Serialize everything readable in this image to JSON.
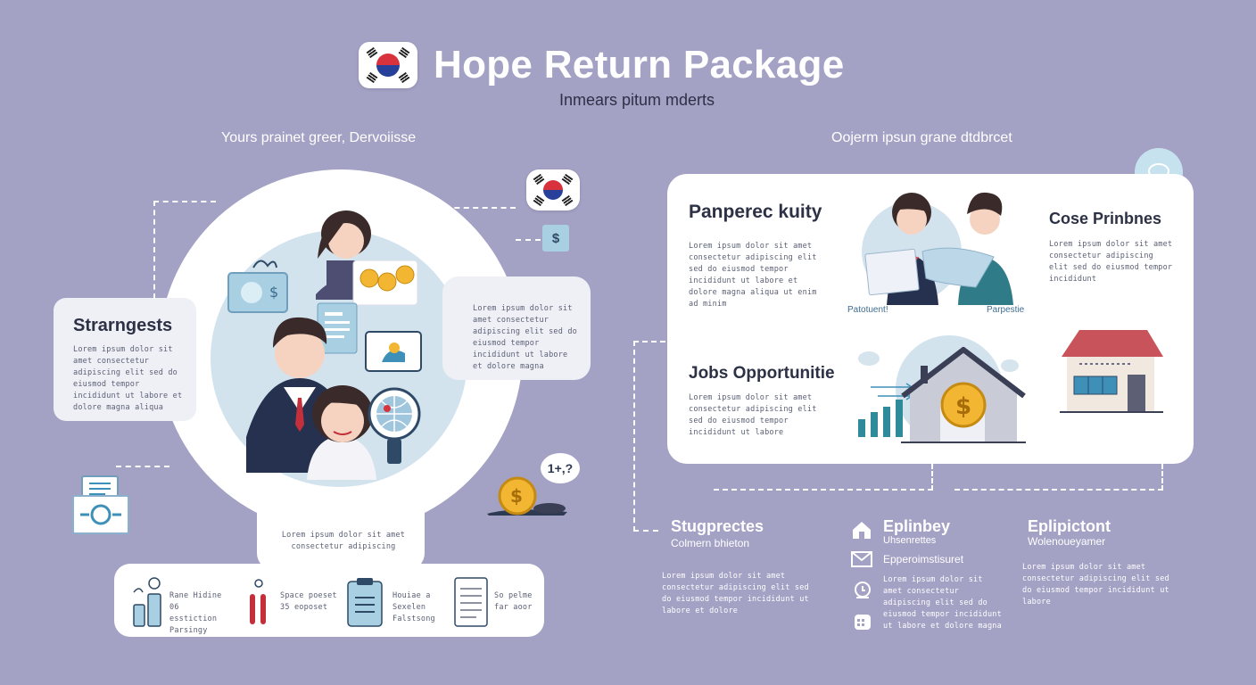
{
  "header": {
    "title": "Hope Return Package",
    "subtitle": "Inmears pitum mderts"
  },
  "left": {
    "heading": "Yours prainet greer, Dervoiisse",
    "card_strengths": {
      "title": "Strarngests",
      "text": "Lorem ipsum dolor sit amet consectetur adipiscing elit sed do eiusmod tempor incididunt ut labore et dolore magna aliqua"
    },
    "bubble_text": "Lorem ipsum dolor sit amet consectetur adipiscing elit sed do eiusmod tempor incididunt ut labore et dolore magna",
    "bottom_caption": "Lorem ipsum dolor sit amet consectetur adipiscing",
    "question_mark": "1+,?",
    "bottom_items": [
      {
        "text": "Rane Hidine 06 esstiction Parsingy"
      },
      {
        "text": "Space poeset 35 eoposet"
      },
      {
        "text": "Houiae a Sexelen Falstsong"
      },
      {
        "text": "So pelme far aoor"
      }
    ]
  },
  "right": {
    "heading": "Oojerm ipsun grane dtdbrcet",
    "panel": {
      "p1_title": "Panperec kuity",
      "p1_text": "Lorem ipsum dolor sit amet consectetur adipiscing elit sed do eiusmod tempor incididunt ut labore et dolore magna aliqua ut enim ad minim",
      "p2_title": "Jobs Opportunitie",
      "p2_text": "Lorem ipsum dolor sit amet consectetur adipiscing elit sed do eiusmod tempor incididunt ut labore",
      "p3_title": "Cose Prinbnes",
      "p3_text": "Lorem ipsum dolor sit amet consectetur adipiscing elit sed do eiusmod tempor incididunt",
      "label_left": "Patotuent!",
      "label_right": "Parpestie"
    },
    "col1": {
      "title": "Stugprectes",
      "subtitle": "Colmern bhieton",
      "text": "Lorem ipsum dolor sit amet consectetur adipiscing elit sed do eiusmod tempor incididunt ut labore et dolore"
    },
    "col2": {
      "title": "Eplinbey",
      "subtitle": "Uhsenrettes",
      "line2": "Epperoimstisuret",
      "text": "Lorem ipsum dolor sit amet consectetur adipiscing elit sed do eiusmod tempor incididunt ut labore et dolore magna"
    },
    "col3": {
      "title": "Eplipictont",
      "subtitle": "Wolenoueyamer",
      "text": "Lorem ipsum dolor sit amet consectetur adipiscing elit sed do eiusmod tempor incididunt ut labore"
    }
  },
  "colors": {
    "background": "#a3a1c4",
    "accent_blue": "#3f90b8",
    "card": "#ffffff",
    "coin": "#f2b632"
  }
}
